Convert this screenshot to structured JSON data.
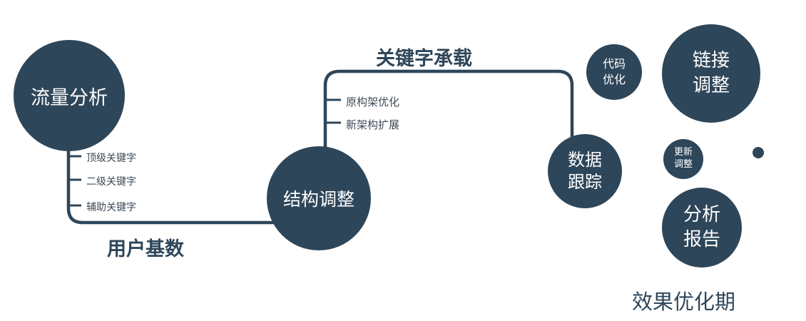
{
  "colors": {
    "primary": "#2e4659",
    "label": "#2e4659",
    "branch_label": "#3d4a56"
  },
  "nodes": {
    "traffic": {
      "label": "流量分析"
    },
    "structure": {
      "label": "结构调整"
    },
    "tracking": {
      "line1": "数据",
      "line2": "跟踪"
    },
    "code": {
      "line1": "代码",
      "line2": "优化"
    },
    "link": {
      "line1": "链接",
      "line2": "调整"
    },
    "update": {
      "line1": "更新",
      "line2": "调整"
    },
    "report": {
      "line1": "分析",
      "line2": "报告"
    }
  },
  "edge_labels": {
    "user_base": "用户基数",
    "keyword_carry": "关键字承载"
  },
  "branches": {
    "traffic": [
      "顶级关键字",
      "二级关键字",
      "辅助关键字"
    ],
    "structure": [
      "原构架优化",
      "新架构扩展"
    ]
  },
  "footer": {
    "label": "效果优化期"
  }
}
